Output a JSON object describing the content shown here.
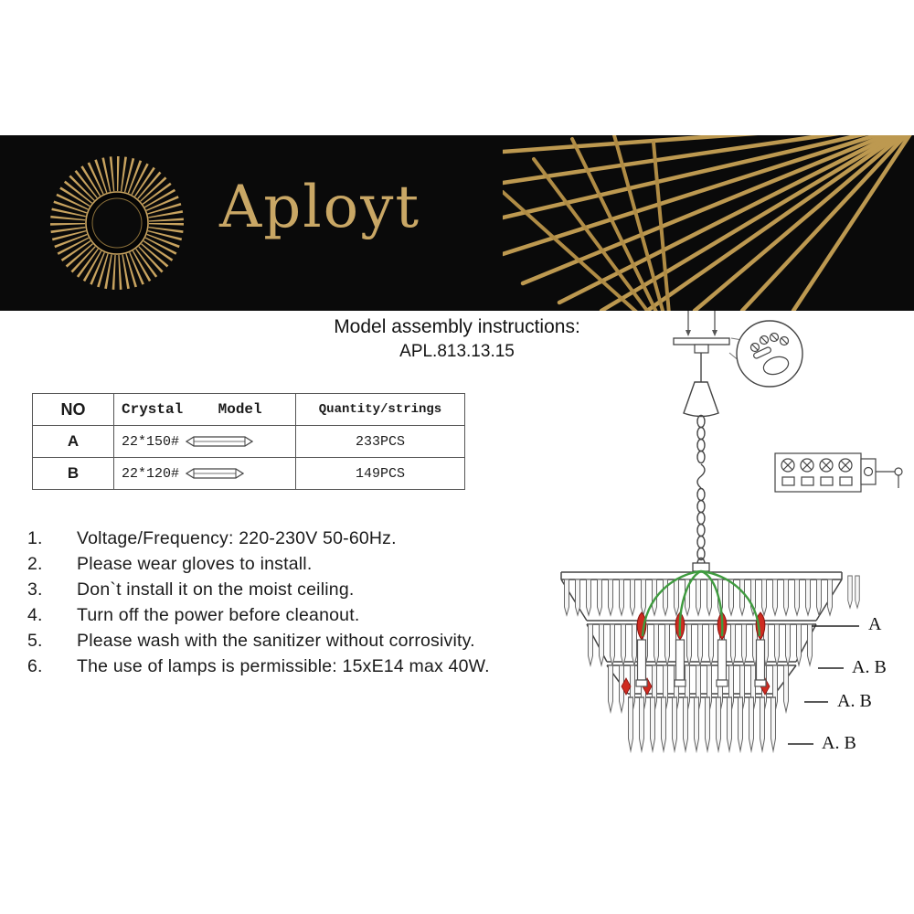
{
  "brand": {
    "name": "Aployt"
  },
  "header": {
    "title": "Model assembly instructions:",
    "model": "APL.813.13.15"
  },
  "table": {
    "col_no": "NO",
    "col_crystal": "Crystal    Model",
    "col_quantity": "Quantity/strings",
    "rows": [
      {
        "no": "A",
        "crystal": "22*150#",
        "quantity": "233PCS"
      },
      {
        "no": "B",
        "crystal": "22*120#",
        "quantity": "149PCS"
      }
    ]
  },
  "instructions": [
    {
      "num": "1.",
      "text": "Voltage/Frequency: 220-230V 50-60Hz."
    },
    {
      "num": "2.",
      "text": "Please wear gloves to install."
    },
    {
      "num": "3.",
      "text": "Don`t install it on the moist ceiling."
    },
    {
      "num": "4.",
      "text": "Turn off the power before cleanout."
    },
    {
      "num": "5.",
      "text": "Please wash with the sanitizer without corrosivity."
    },
    {
      "num": "6.",
      "text": "The use of lamps is permissible: 15xE14 max 40W."
    }
  ],
  "diagram": {
    "labels": [
      "A",
      "A. B",
      "A. B",
      "A. B"
    ]
  },
  "colors": {
    "gold": "#c9a765",
    "banner_black": "#0a0a0a",
    "flame_red": "#cf2b20",
    "wire_green": "#3f9b3f"
  }
}
